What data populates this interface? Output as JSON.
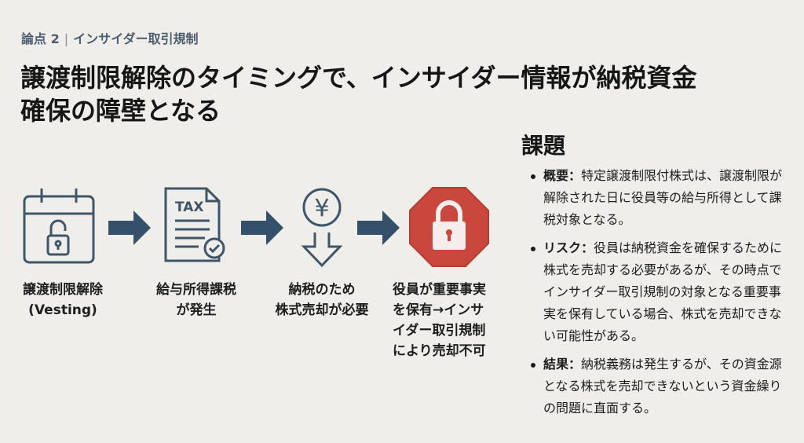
{
  "header": {
    "section": "論点 2",
    "separator": "|",
    "topic": "インサイダー取引規制",
    "title_line1": "譲渡制限解除のタイミングで、インサイダー情報が納税資金",
    "title_line2": "確保の障壁となる"
  },
  "flow": {
    "steps": [
      {
        "icon": "calendar-unlock-icon",
        "label_line1": "譲渡制限解除",
        "label_line2": "(Vesting)"
      },
      {
        "icon": "tax-document-icon",
        "icon_text": "TAX",
        "label_line1": "給与所得課税",
        "label_line2": "が発生"
      },
      {
        "icon": "yen-down-arrow-icon",
        "icon_text": "¥",
        "label_line1": "納税のため",
        "label_line2": "株式売却が必要"
      },
      {
        "icon": "stop-lock-icon",
        "label_line1": "役員が重要事実",
        "label_line2": "を保有→インサ",
        "label_line3": "イダー取引規制",
        "label_line4": "により売却不可"
      }
    ]
  },
  "issues": {
    "heading": "課題",
    "items": [
      {
        "label": "概要：",
        "text": "特定譲渡制限付株式は、譲渡制限が解除された日に役員等の給与所得として課税対象となる。"
      },
      {
        "label": "リスク：",
        "text": "役員は納税資金を確保するために株式を売却する必要があるが、その時点でインサイダー取引規制の対象となる重要事実を保有している場合、株式を売却できない可能性がある。"
      },
      {
        "label": "結果：",
        "text": "納税義務は発生するが、その資金源となる株式を売却できないという資金繰りの問題に直面する。"
      }
    ]
  },
  "colors": {
    "background": "#efeeea",
    "icon": "#3f5568",
    "arrow": "#34506a",
    "stop": "#c9473d"
  }
}
